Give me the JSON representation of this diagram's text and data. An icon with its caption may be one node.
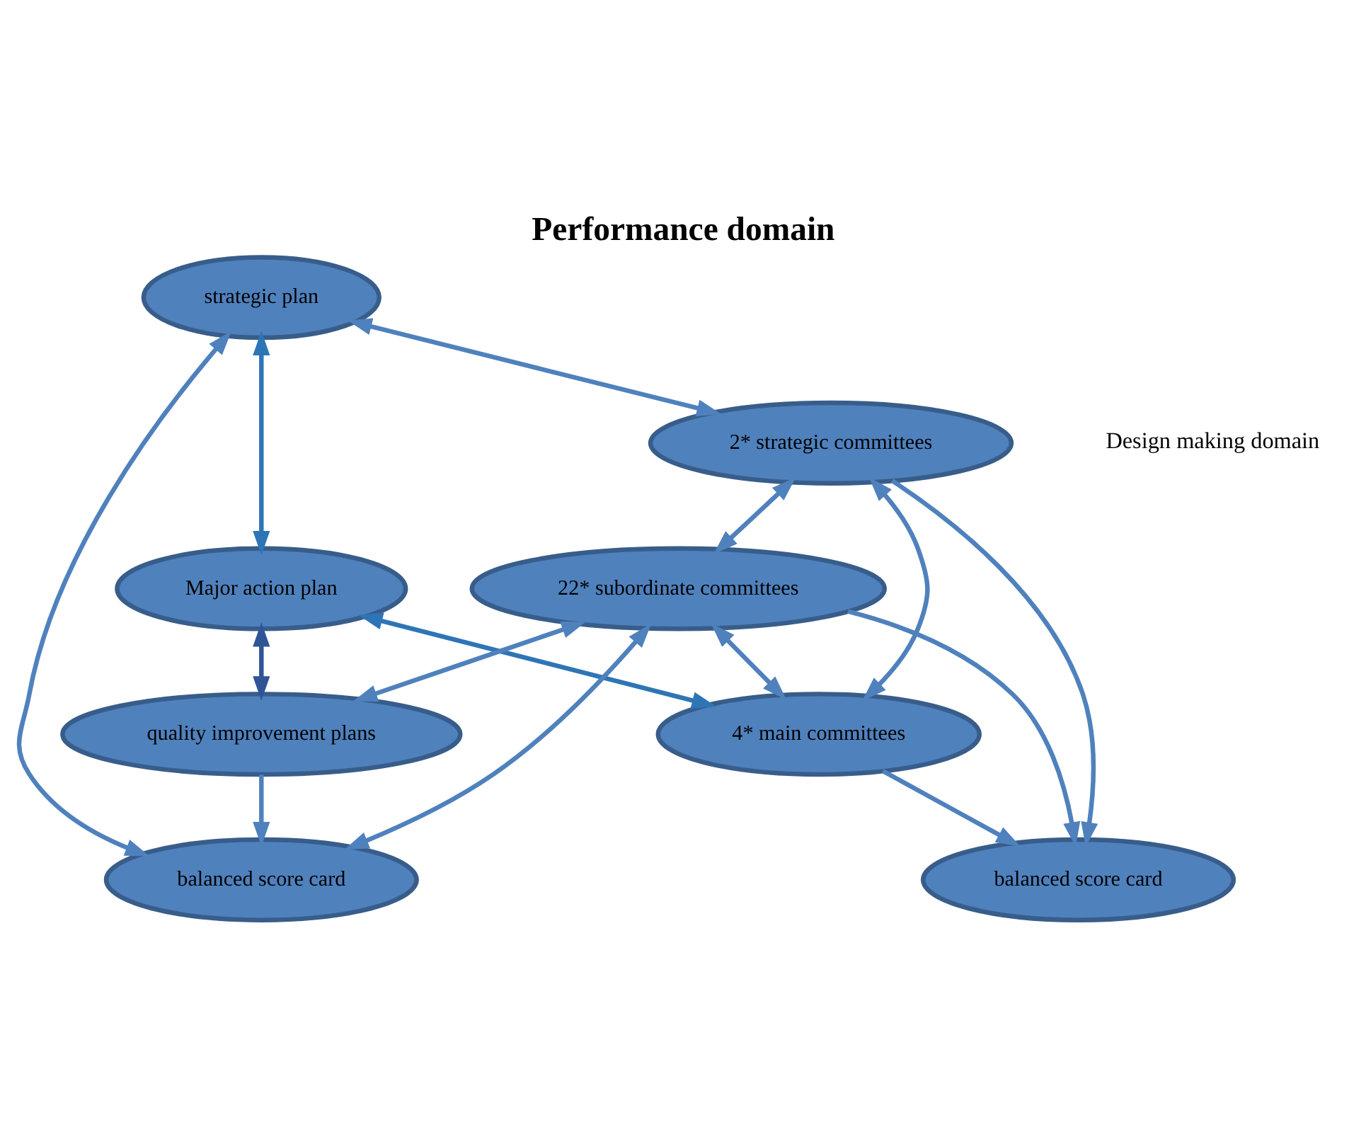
{
  "diagram": {
    "title": "Performance domain",
    "nodes": [
      {
        "text": [
          "strategic plan"
        ]
      },
      {
        "text": [
          "2* strategic committees"
        ]
      },
      {
        "text": [
          "Major action plan"
        ]
      },
      {
        "text": [
          "balanced score card"
        ]
      },
      {
        "text": [
          "balanced score card"
        ]
      },
      {
        "text": [
          "22* subordinate committees"
        ]
      },
      {
        "text": [
          "4* main committees"
        ]
      },
      {
        "text": [
          "quality improvement plans"
        ]
      }
    ],
    "edges": [
      {
        "from": 0,
        "to": 1,
        "arrow": "both"
      },
      {
        "from": 0,
        "to": 2,
        "arrow": "both",
        "color": "#2e75b6"
      },
      {
        "from": 4,
        "to": 0,
        "arrow": "both"
      },
      {
        "from": 1,
        "to": 3,
        "arrow": "to"
      },
      {
        "from": 1,
        "to": 6,
        "arrow": "both"
      },
      {
        "from": 1,
        "to": 5,
        "arrow": "both"
      },
      {
        "from": 5,
        "to": 3,
        "arrow": "to"
      },
      {
        "from": 6,
        "to": 3,
        "arrow": "to"
      },
      {
        "from": 5,
        "to": 4,
        "arrow": "both"
      },
      {
        "from": 5,
        "to": 6,
        "arrow": "both"
      },
      {
        "from": 5,
        "to": 7,
        "arrow": "both"
      },
      {
        "from": 2,
        "to": 6,
        "arrow": "both",
        "color": "#2e75b6"
      },
      {
        "from": 2,
        "to": 7,
        "arrow": "both",
        "color": "#2f5597"
      },
      {
        "from": 7,
        "to": 4,
        "arrow": "to"
      }
    ],
    "labels": [
      "Design making domain"
    ]
  }
}
